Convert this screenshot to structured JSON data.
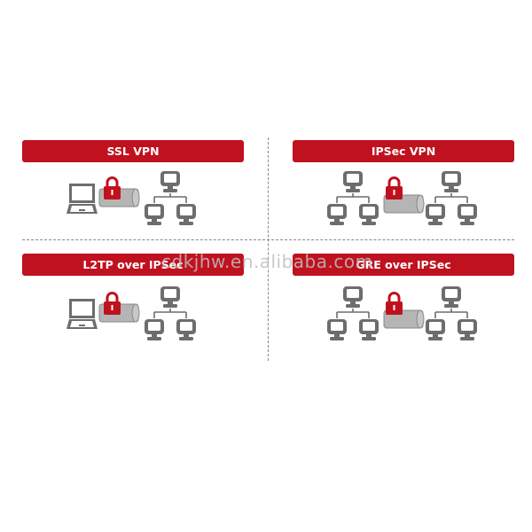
{
  "panels": [
    {
      "title": "SSL VPN"
    },
    {
      "title": "IPSec VPN"
    },
    {
      "title": "L2TP over IPSec"
    },
    {
      "title": "GRE over IPSec"
    }
  ],
  "watermark": "cdkjhw.en.alibaba.com",
  "colors": {
    "accent": "#c0111f",
    "icon": "#6d6d6d",
    "tunnel": "#b5b5b5"
  }
}
